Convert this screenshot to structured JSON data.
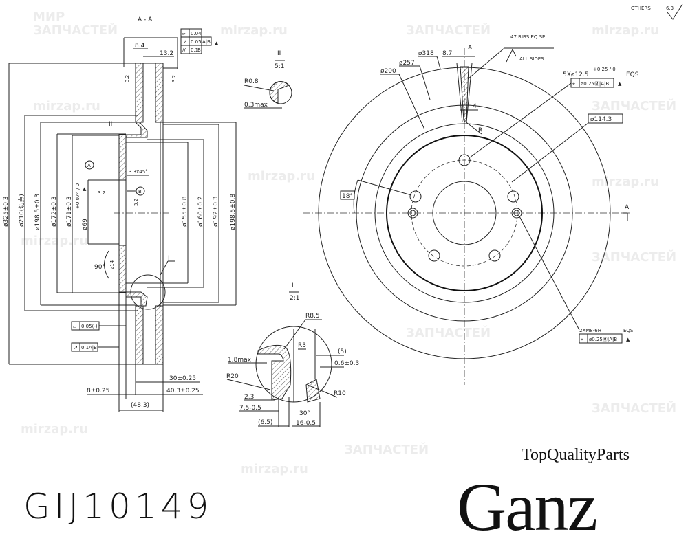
{
  "watermark": {
    "brand_ru_1": "МИР",
    "brand_ru_2": "ЗАПЧАСТЕЙ",
    "site": "mirzap.ru"
  },
  "section": {
    "title": "A - A",
    "dims": {
      "d325": "ø325±0.3",
      "d210": "ø210(切点)",
      "d198_5_l": "ø198.5±0.3",
      "d172": "ø172±0.3",
      "d171": "ø171±0.3",
      "d69": "ø69",
      "d69_tol": "+0.074 / 0",
      "d155": "ø155±0.8",
      "d160": "ø160±0.2",
      "d192": "ø192±0.3",
      "d198_5_r": "ø198.5±0.8",
      "w8_4": "8.4",
      "w13_2": "13.2",
      "chamfer": "3.3x45°",
      "angle90": "90°",
      "d14": "ø14",
      "w30": "30±0.25",
      "w8": "8±0.25",
      "w40_3": "40.3±0.25",
      "w48_3": "(48.3)",
      "rough": "3.2",
      "datum_a": "A",
      "datum_b": "B",
      "detail_ii": "II",
      "detail_i": "I"
    },
    "tolerances": {
      "flat": "0.04",
      "runout": "0.05",
      "runout_ref": "A|B",
      "parallel": "0.1",
      "parallel_ref": "B",
      "flat2": "0.05(-)",
      "runout2": "0.1",
      "runout2_ref": "A|B"
    }
  },
  "detail_ii": {
    "label": "II",
    "scale": "5:1",
    "radius": "R0.8",
    "max": "0.3max"
  },
  "detail_i": {
    "label": "I",
    "scale": "2:1",
    "r8_5": "R8.5",
    "r3": "R3",
    "r20": "R20",
    "r10": "R10",
    "max18": "1.8max",
    "p5": "(5)",
    "t06": "0.6±0.3",
    "w2_3": "2.3",
    "w7_5": "7.5-0.5",
    "w6_5": "(6.5)",
    "a30": "30°",
    "w16": "16-0.5"
  },
  "front": {
    "others": "OTHERS",
    "others_val": "6.3",
    "ribs": "47 RIBS EQ.SP",
    "all_sides": "ALL SIDES",
    "d318": "ø318",
    "d257": "ø257",
    "d200": "ø200",
    "w8_7": "8.7",
    "w4": "4",
    "sec_a": "A",
    "r": "R",
    "holes": "5Xø12.5",
    "holes_tol": "+0.25 / 0",
    "eqs": "EQS",
    "pos_tol": "ø0.25Ⓜ|A|B",
    "pcd": "ø114.3",
    "angle18": "18°",
    "threads": "2XM8-6H",
    "eqs2": "EQS",
    "pos_tol2": "ø0.25Ⓜ|A|B"
  },
  "part_number": "GIJ10149",
  "brand": {
    "tagline": "TopQualityParts",
    "name": "Ganz"
  }
}
